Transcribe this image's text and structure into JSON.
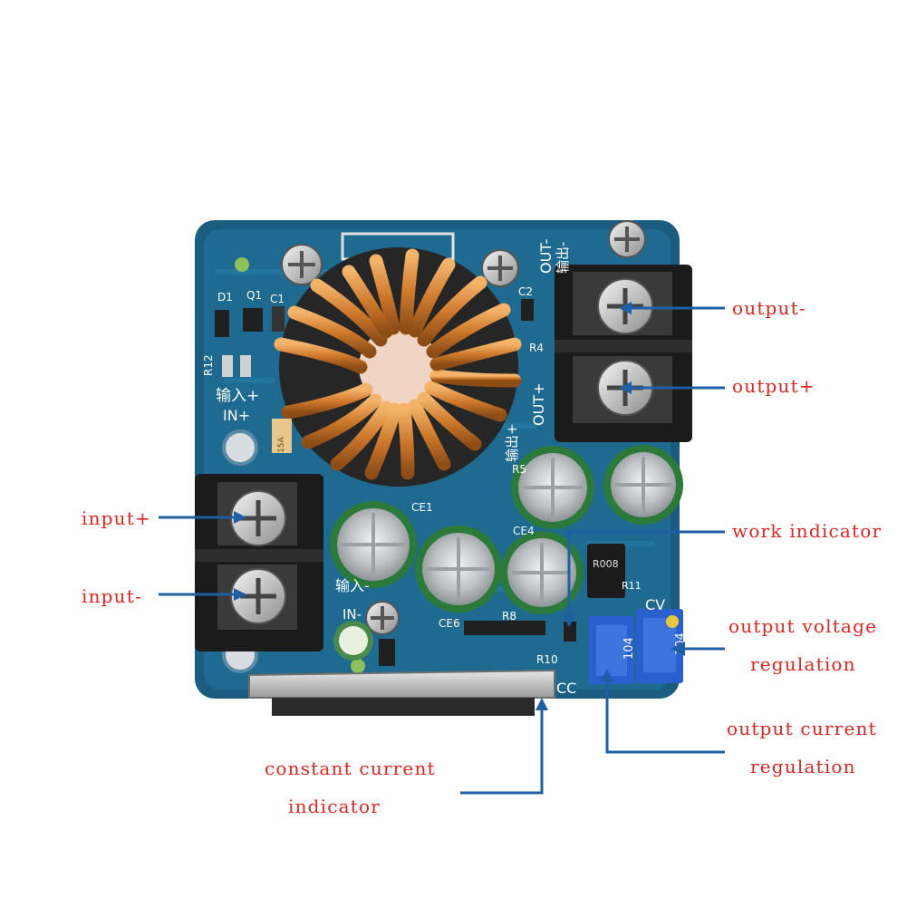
{
  "labels": {
    "output_minus": "output-",
    "output_plus": "output+",
    "input_plus": "input+",
    "input_minus": "input-",
    "work_indicator": "work indicator",
    "output_voltage_1": "output voltage",
    "output_voltage_2": "regulation",
    "output_current_1": "output current",
    "output_current_2": "regulation",
    "constant_current_1": "constant current",
    "constant_current_2": "indicator"
  },
  "silkscreen": {
    "out_minus": "OUT-",
    "out_minus_cn": "输出-",
    "out_plus": "OUT+",
    "out_plus_cn": "输出+",
    "in_plus_cn": "输入+",
    "in_plus": "IN+",
    "in_minus_cn": "输入-",
    "in_minus": "IN-",
    "cv": "CV",
    "cc": "CC",
    "d1": "D1",
    "q1": "Q1",
    "c1": "C1",
    "c2": "C2",
    "r12": "R12",
    "r4": "R4",
    "r5": "R5",
    "r8": "R8",
    "r10": "R10",
    "r11": "R11",
    "ce1": "CE1",
    "ce4": "CE4",
    "ce6": "CE6",
    "fuse": "15A",
    "resistor_value": "R008",
    "pot_value": "104"
  },
  "colors": {
    "label_red": "#e8231f",
    "arrow_blue": "#1f5fa6",
    "pcb_blue": "#1a5d80",
    "copper": "#d9893a",
    "terminal_black": "#1b1b1b",
    "trimmer_blue": "#2a5fd0"
  }
}
